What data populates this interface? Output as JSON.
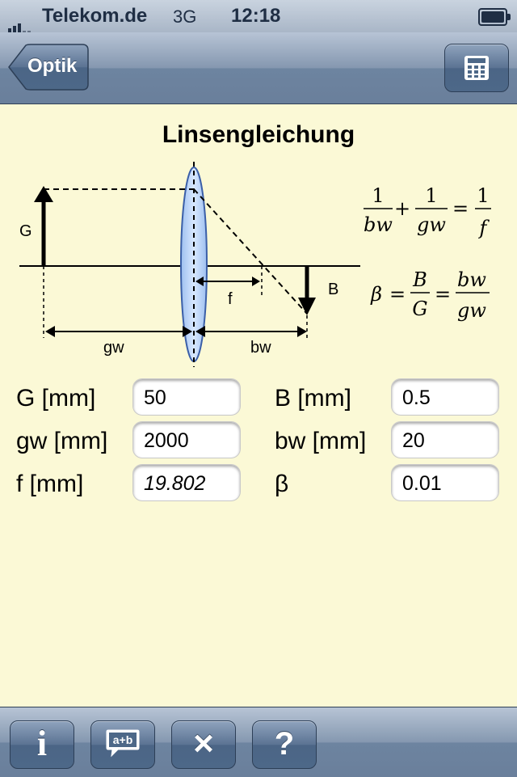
{
  "status_bar": {
    "carrier": "Telekom.de",
    "network": "3G",
    "time": "12:18"
  },
  "nav": {
    "back_label": "Optik",
    "calculator_icon": "calculator-icon"
  },
  "title": "Linsengleichung",
  "diagram": {
    "labels": {
      "G": "G",
      "B": "B",
      "f": "f",
      "gw": "gw",
      "bw": "bw"
    }
  },
  "formulas": {
    "lens_equation": {
      "one": "1",
      "bw": "bw",
      "gw": "gw",
      "f": "f",
      "plus": "+",
      "equals": "="
    },
    "magnification": {
      "beta": "β",
      "B": "B",
      "G": "G",
      "bw": "bw",
      "gw": "gw",
      "equals": "="
    }
  },
  "fields": {
    "G": {
      "label": "G [mm]",
      "value": "50"
    },
    "B": {
      "label": "B [mm]",
      "value": "0.5"
    },
    "gw": {
      "label": "gw [mm]",
      "value": "2000"
    },
    "bw": {
      "label": "bw [mm]",
      "value": "20"
    },
    "f": {
      "label": "f [mm]",
      "value": "19.802"
    },
    "beta": {
      "label": "β",
      "value": "0.01"
    }
  },
  "toolbar": {
    "info_icon": "info-icon",
    "formula_icon": "formula-bubble-icon",
    "formula_text": "a+b",
    "clear_icon": "clear-icon",
    "help_icon": "help-icon",
    "info_glyph": "i",
    "clear_glyph": "×",
    "help_glyph": "?"
  }
}
